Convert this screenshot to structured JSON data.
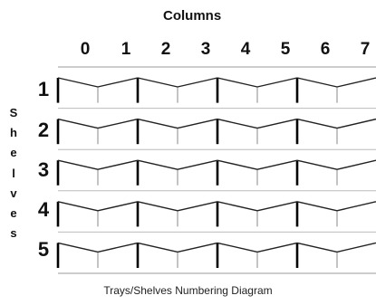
{
  "diagram": {
    "columns_title": "Columns",
    "column_labels": [
      "0",
      "1",
      "2",
      "3",
      "4",
      "5",
      "6",
      "7"
    ],
    "shelves_label": [
      "S",
      "h",
      "e",
      "l",
      "v",
      "e",
      "s"
    ],
    "shelf_labels": [
      "1",
      "2",
      "3",
      "4",
      "5"
    ],
    "caption": "Trays/Shelves Numbering Diagram"
  }
}
